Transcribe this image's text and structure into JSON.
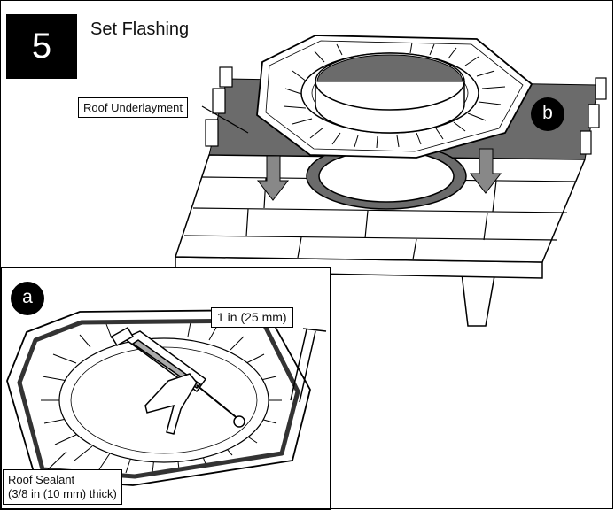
{
  "step": {
    "number": "5",
    "title": "Set Flashing"
  },
  "labels": {
    "roof_underlayment": "Roof Underlayment",
    "one_inch": "1 in (25 mm)",
    "roof_sealant_line1": "Roof Sealant",
    "roof_sealant_line2": "(3/8 in (10 mm) thick)"
  },
  "markers": {
    "a": "a",
    "b": "b"
  },
  "colors": {
    "underlayment": "#6b6b6b",
    "ink": "#000000",
    "shingle": "#ffffff"
  }
}
